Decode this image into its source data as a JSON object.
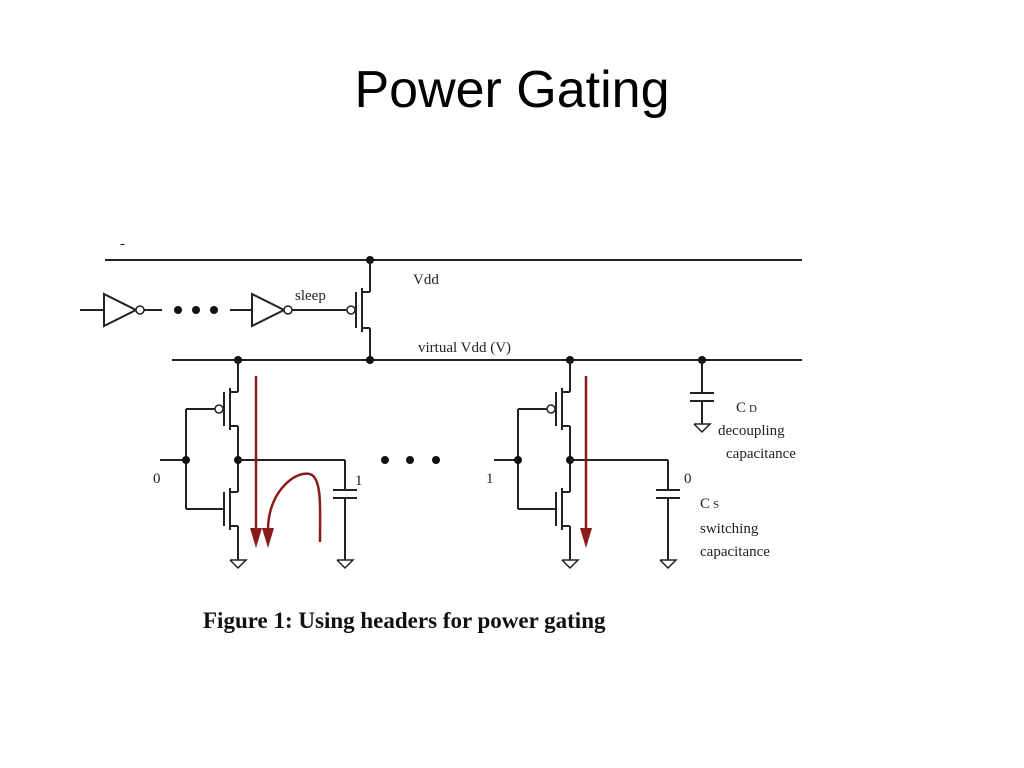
{
  "slide": {
    "title": "Power Gating"
  },
  "diagram": {
    "labels": {
      "vdd": "Vdd",
      "sleep": "sleep",
      "virtual_vdd": "virtual Vdd (V)",
      "cd": "C",
      "cd_sub": "D",
      "decoupling_line1": "decoupling",
      "decoupling_line2": "capacitance",
      "cs": "C",
      "cs_sub": "S",
      "switching_line1": "switching",
      "switching_line2": "capacitance",
      "in_left": "0",
      "out_left": "1",
      "in_right": "1",
      "out_right": "0",
      "dash": "-"
    },
    "caption": "Figure 1: Using headers for power gating",
    "colors": {
      "arrow": "#8b1a1a"
    }
  }
}
